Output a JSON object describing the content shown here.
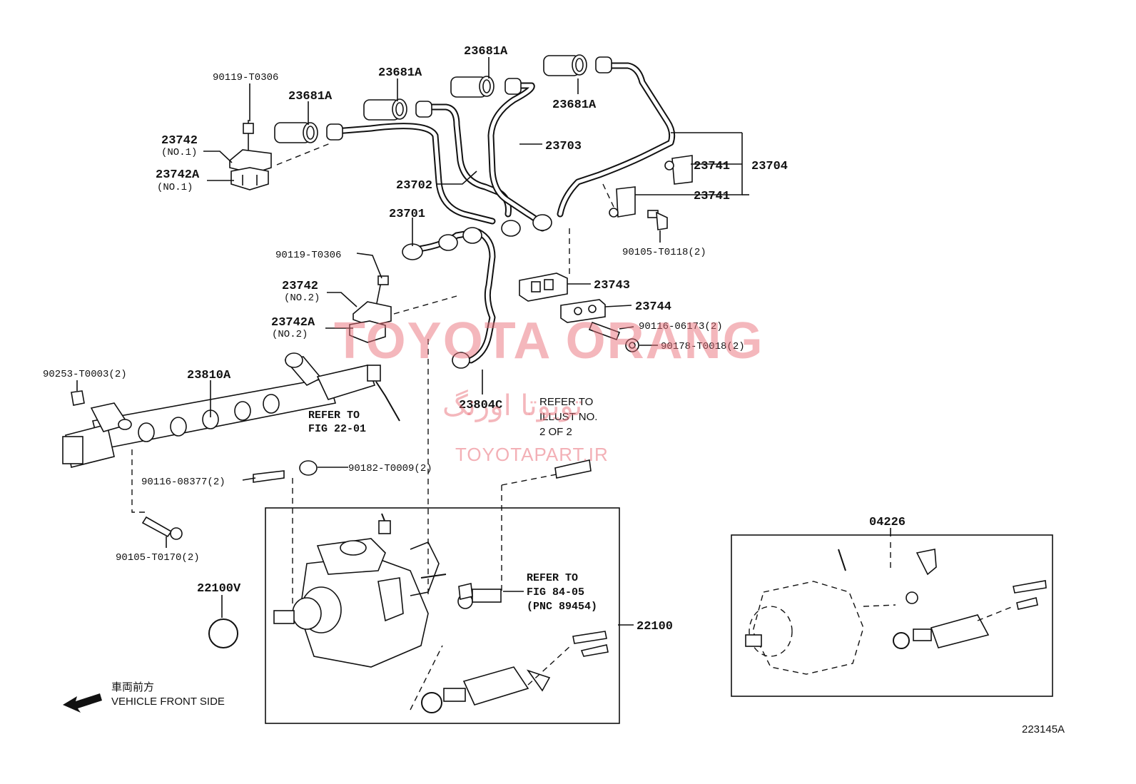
{
  "labels": {
    "p23681a_1": "23681A",
    "p23681a_2": "23681A",
    "p23681a_3": "23681A",
    "p23681a_4": "23681A",
    "p90119_1": "90119-T0306",
    "p23742_1": "23742",
    "p23742_1_sub": "(NO.1)",
    "p23742a_1": "23742A",
    "p23742a_1_sub": "(NO.1)",
    "p23703": "23703",
    "p23702": "23702",
    "p23701": "23701",
    "p23741_1": "23741",
    "p23741_2": "23741",
    "p23704": "23704",
    "p90105_t0118": "90105-T0118(2)",
    "p90119_2": "90119-T0306",
    "p23742_2": "23742",
    "p23742_2_sub": "(NO.2)",
    "p23742a_2": "23742A",
    "p23742a_2_sub": "(NO.2)",
    "p23743": "23743",
    "p23744": "23744",
    "p90116_06173": "90116-06173(2)",
    "p90178": "90178-T0018(2)",
    "p90253": "90253-T0003(2)",
    "p23810a": "23810A",
    "p23804c": "23804C",
    "p90116_08377": "90116-08377(2)",
    "p90182": "90182-T0009(2)",
    "p90105_t0170": "90105-T0170(2)",
    "p22100v": "22100V",
    "p22100": "22100",
    "p04226": "04226"
  },
  "notes": {
    "refer_fig_22": [
      "REFER TO",
      "FIG 22-01"
    ],
    "refer_illust": [
      "REFER TO",
      "ILLUST NO.",
      "2 OF 2"
    ],
    "refer_fig_84": [
      "REFER TO",
      "FIG 84-05",
      "(PNC 89454)"
    ]
  },
  "orientation": {
    "japanese": "車両前方",
    "english": "VEHICLE FRONT SIDE"
  },
  "illustration_id": "223145A",
  "watermark": {
    "brand": "TOYOTA ORANG",
    "persian": "تویوتا اورنگ",
    "site": "TOYOTAPART.IR"
  }
}
